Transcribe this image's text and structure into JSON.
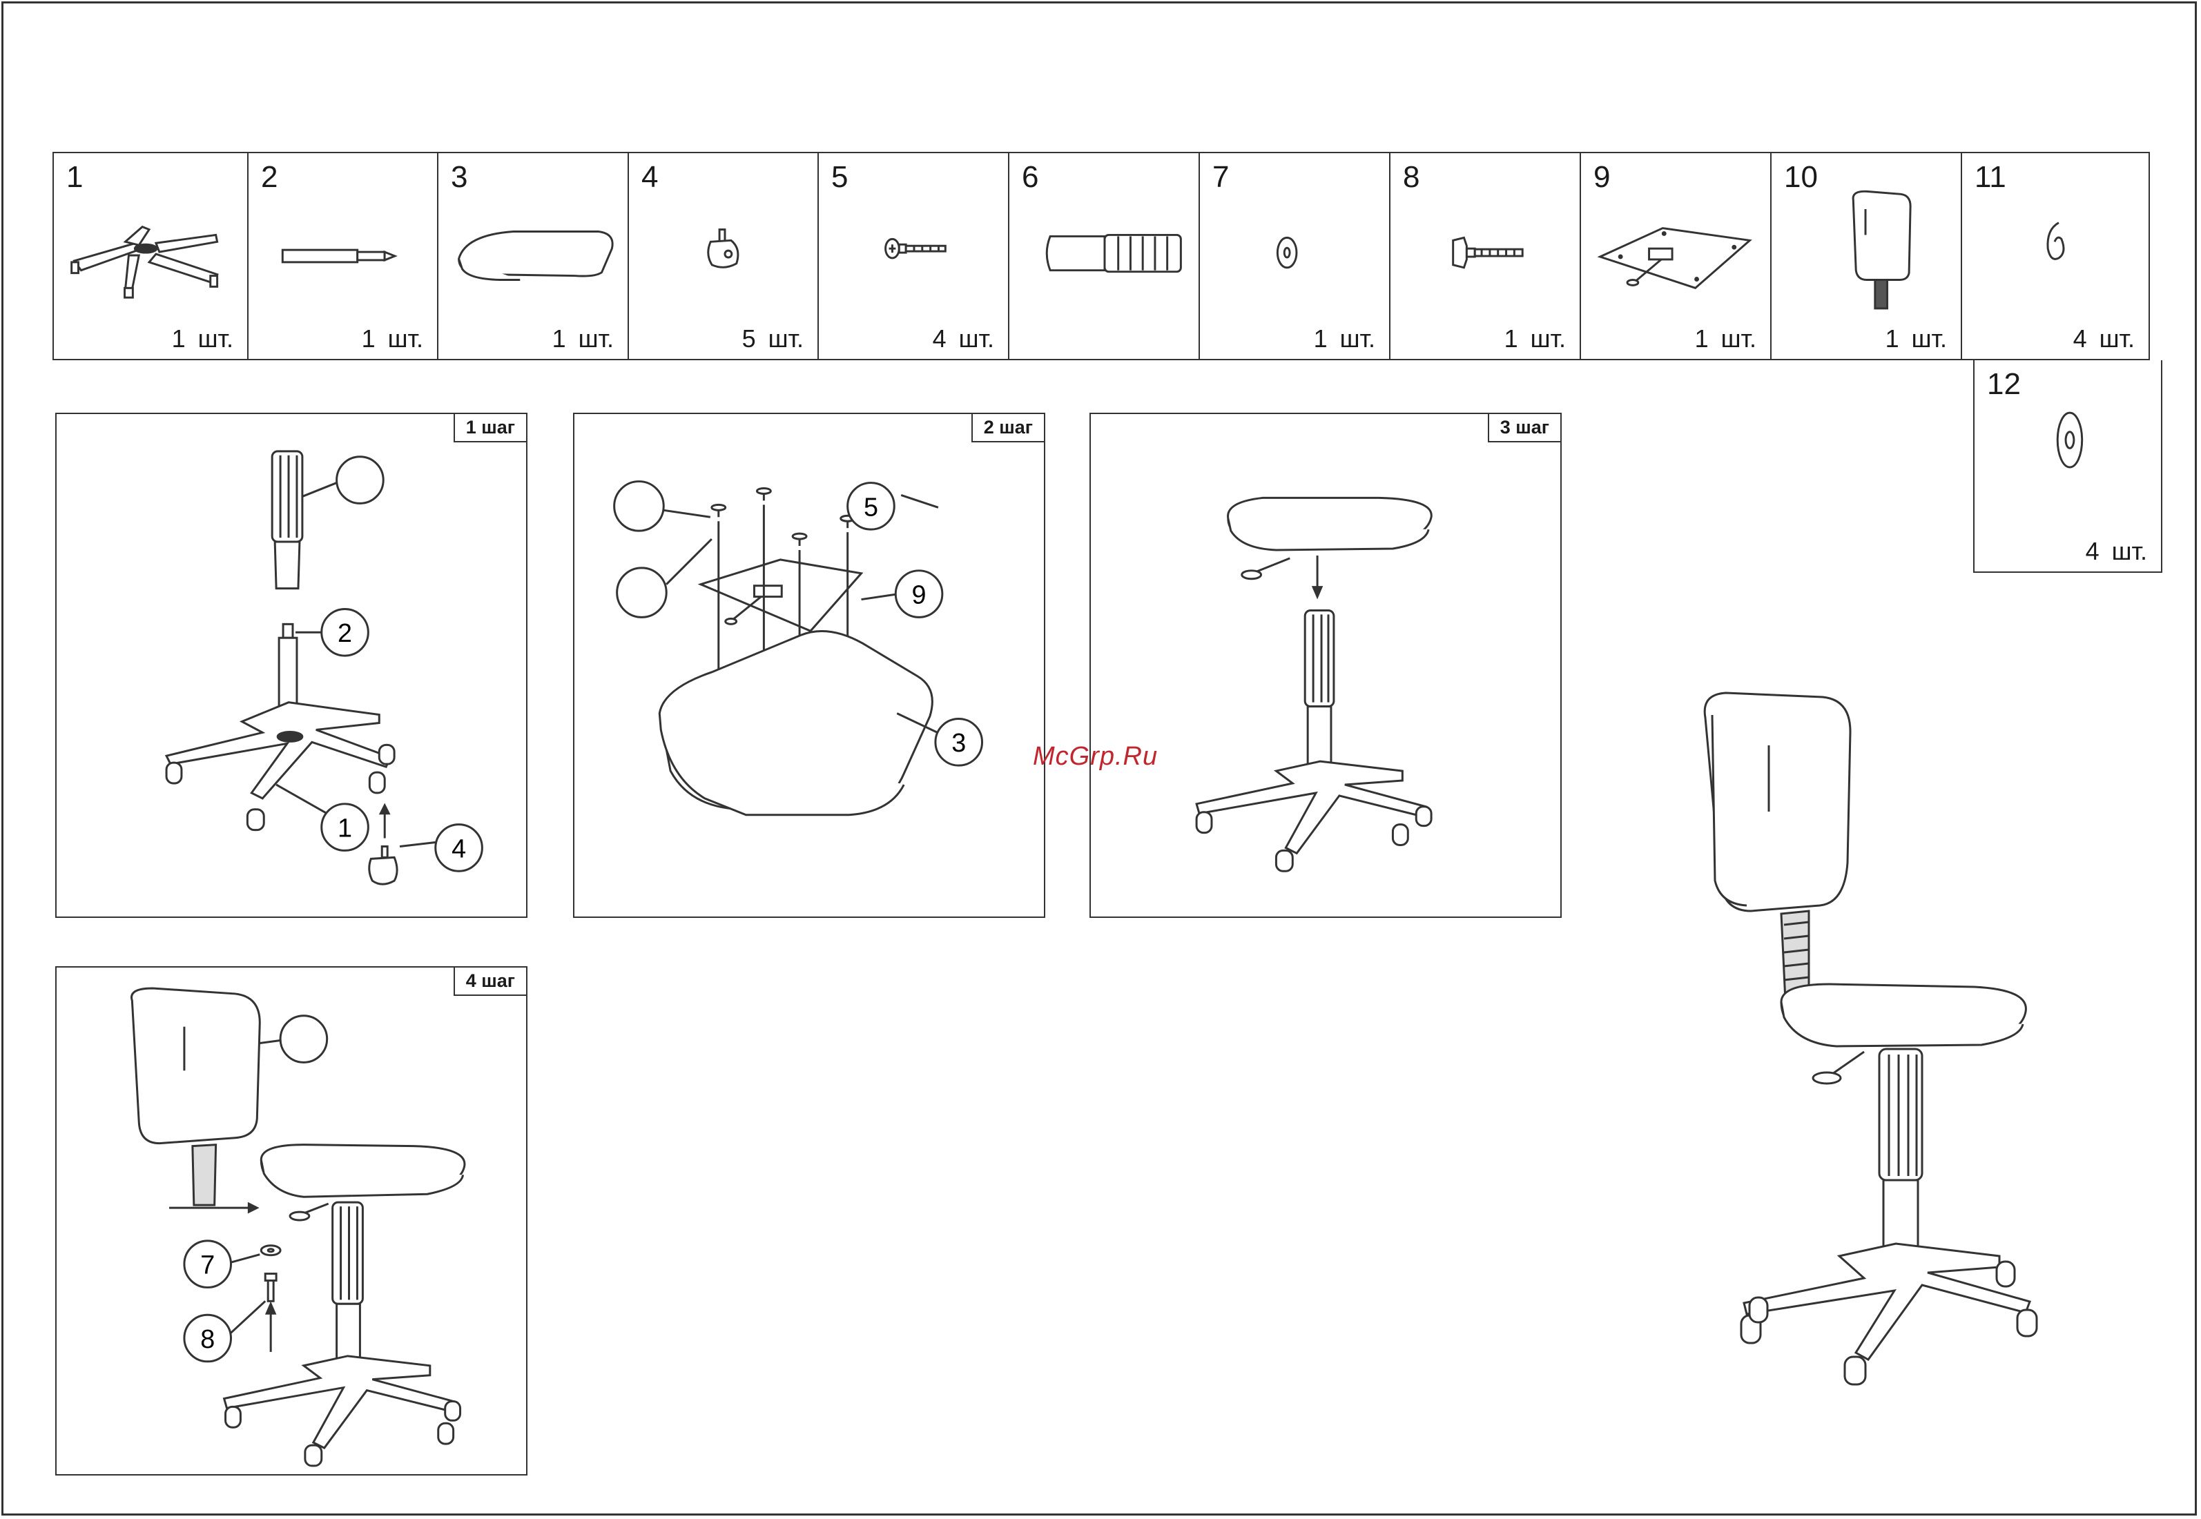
{
  "unit": "шт.",
  "parts": [
    {
      "number": "1",
      "qty": "1 шт.",
      "icon": "star-base-icon"
    },
    {
      "number": "2",
      "qty": "1 шт.",
      "icon": "gas-lift-rod-icon"
    },
    {
      "number": "3",
      "qty": "1 шт.",
      "icon": "seat-icon"
    },
    {
      "number": "4",
      "qty": "5 шт.",
      "icon": "caster-icon"
    },
    {
      "number": "5",
      "qty": "4 шт.",
      "icon": "screw-icon"
    },
    {
      "number": "6",
      "qty": "",
      "icon": "cylinder-cover-icon"
    },
    {
      "number": "7",
      "qty": "1 шт.",
      "icon": "washer-icon"
    },
    {
      "number": "8",
      "qty": "1 шт.",
      "icon": "knob-bolt-icon"
    },
    {
      "number": "9",
      "qty": "1 шт.",
      "icon": "mechanism-plate-icon"
    },
    {
      "number": "10",
      "qty": "1 шт.",
      "icon": "backrest-icon"
    },
    {
      "number": "11",
      "qty": "4 шт.",
      "icon": "spring-washer-icon"
    },
    {
      "number": "12",
      "qty": "4 шт.",
      "icon": "flat-washer-icon"
    }
  ],
  "steps": [
    {
      "label": "1 шаг",
      "callouts": [
        "2",
        "1",
        "4"
      ]
    },
    {
      "label": "2 шаг",
      "callouts": [
        "5",
        "9",
        "3"
      ]
    },
    {
      "label": "3 шаг",
      "callouts": []
    },
    {
      "label": "4 шаг",
      "callouts": [
        "7",
        "8"
      ]
    }
  ],
  "watermark": "McGrp.Ru",
  "colors": {
    "line": "#333333",
    "watermark": "#c0262d"
  }
}
